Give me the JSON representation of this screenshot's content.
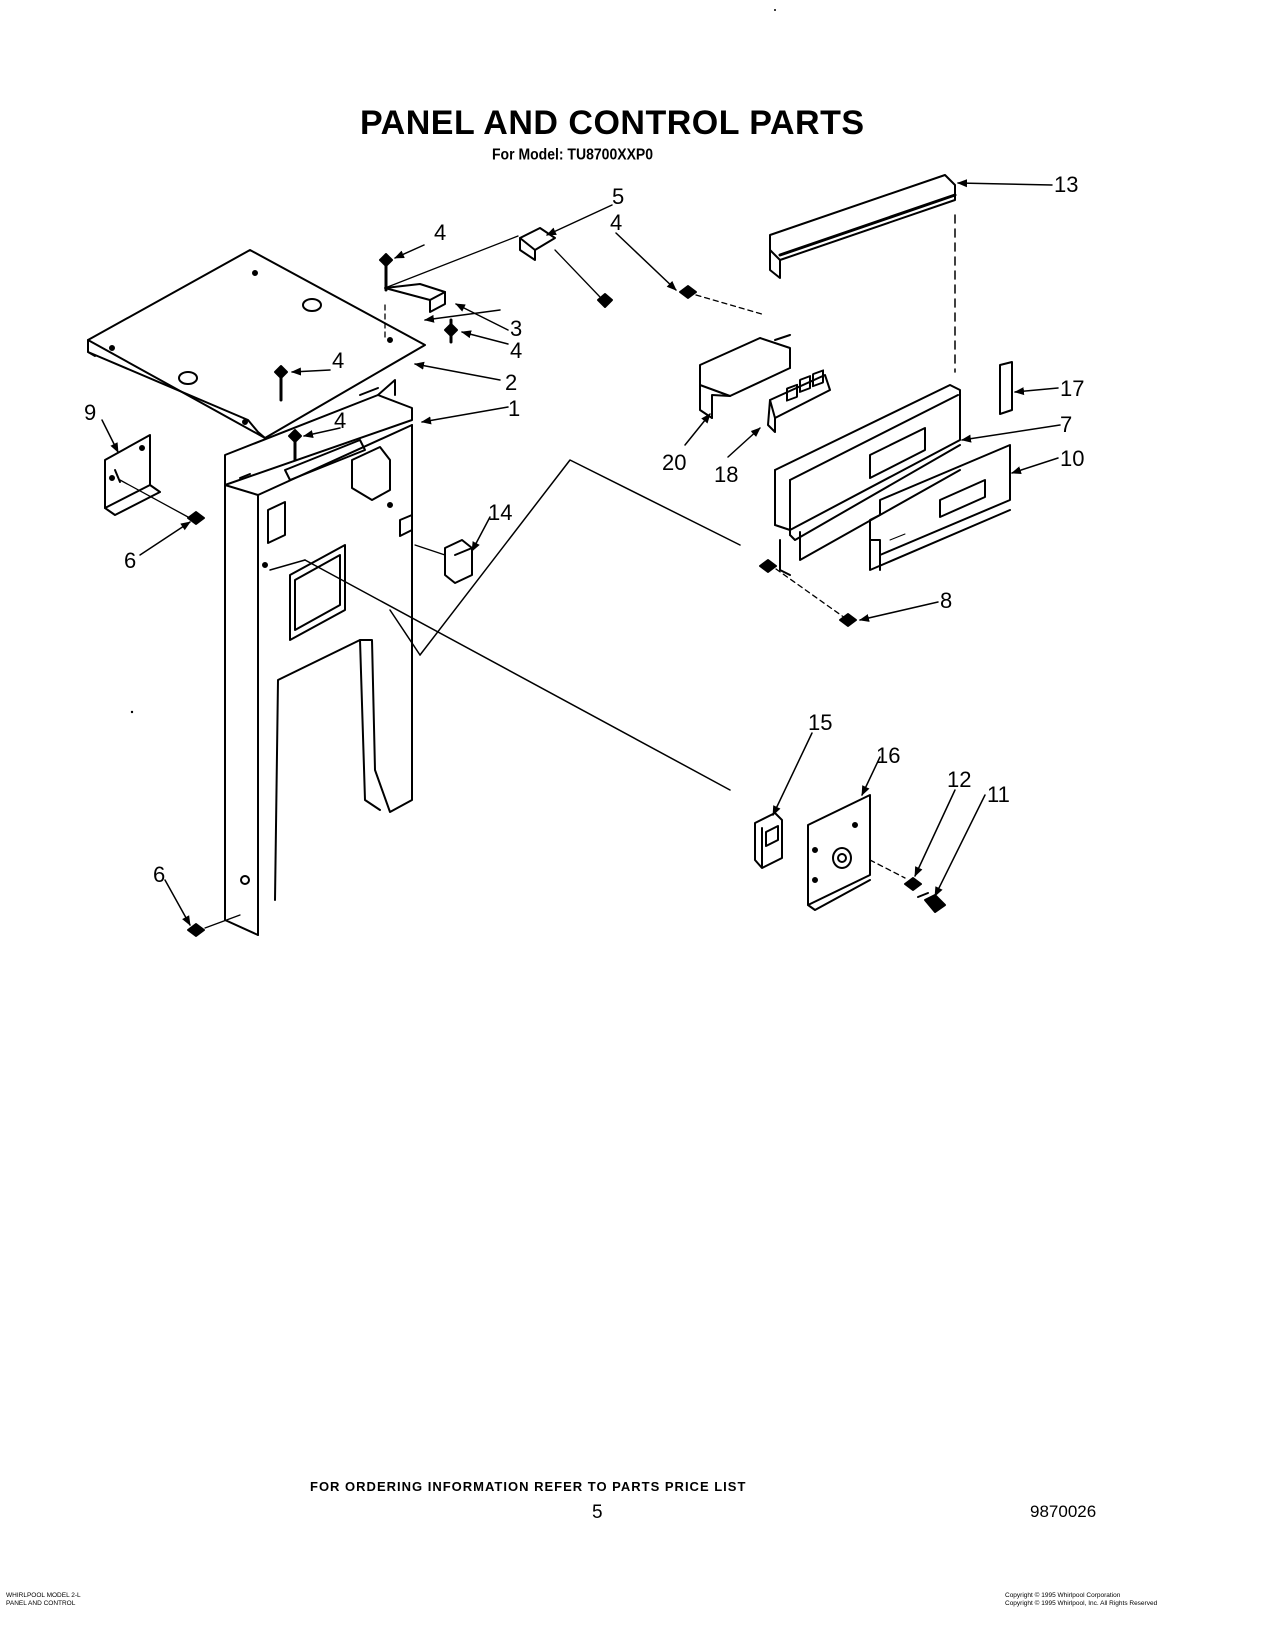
{
  "header": {
    "title": "PANEL AND CONTROL PARTS",
    "model_line": "For Model: TU8700XXP0"
  },
  "callouts": [
    "1",
    "2",
    "3",
    "4",
    "4",
    "4",
    "4",
    "4",
    "5",
    "6",
    "6",
    "7",
    "8",
    "9",
    "10",
    "11",
    "12",
    "13",
    "14",
    "15",
    "16",
    "17",
    "18",
    "20"
  ],
  "footer": {
    "ordering_note": "FOR ORDERING INFORMATION REFER TO PARTS PRICE LIST",
    "page_number": "5",
    "document_number": "9870026",
    "small_left_line1": "WHIRLPOOL MODEL 2-L",
    "small_left_line2": "PANEL AND CONTROL",
    "small_right_line1": "Copyright © 1995 Whirlpool Corporation",
    "small_right_line2": "Copyright © 1995 Whirlpool, Inc. All Rights Reserved"
  }
}
